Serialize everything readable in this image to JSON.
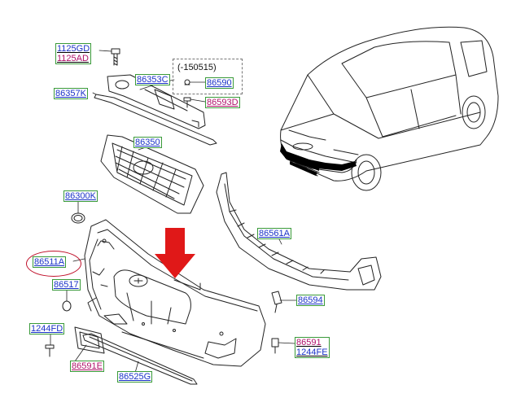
{
  "labels": {
    "l_1125": [
      "1125GD",
      "1125AD"
    ],
    "l_86357k": "86357K",
    "l_86353c": "86353C",
    "l_150515": "(-150515)",
    "l_86590": "86590",
    "l_86593d": "86593D",
    "l_86350": "86350",
    "l_86300k": "86300K",
    "l_86511a": "86511A",
    "l_86517": "86517",
    "l_1244fd": "1244FD",
    "l_86591e": "86591E",
    "l_86525g": "86525G",
    "l_86561a": "86561A",
    "l_86594": "86594",
    "l_86591_1244fe": [
      "86591",
      "1244FE"
    ]
  },
  "colors": {
    "part_number_blue": "#1a32c8",
    "part_number_magenta": "#b0106a",
    "label_border_green": "#3a9a3a",
    "highlight_arrow_red": "#e01818",
    "highlight_oval_red": "#c0102a",
    "line_art": "#222222"
  },
  "icons": {
    "highlight_arrow": "down-arrow-icon"
  }
}
